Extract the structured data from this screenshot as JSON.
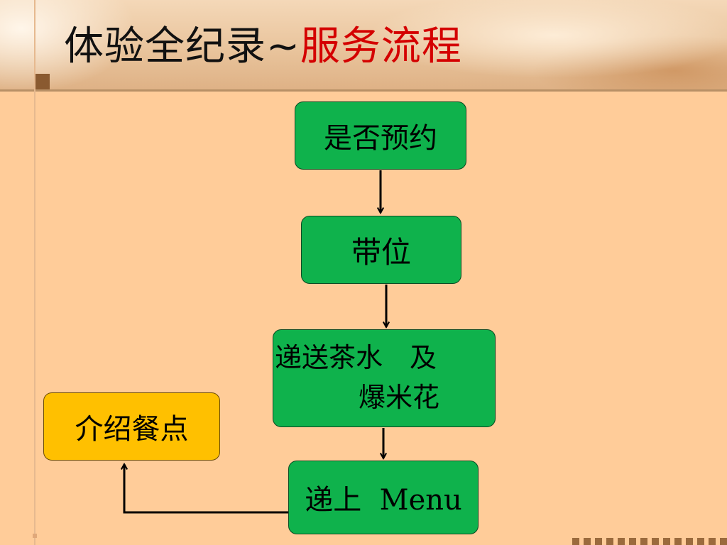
{
  "title": {
    "part1": "体验全纪录~",
    "part2": "服务流程"
  },
  "flow": {
    "step1": "是否预约",
    "step2": "带位",
    "step3_line1": "递送茶水　及",
    "step3_line2": "爆米花",
    "step4": "递上  Menu",
    "side_step": "介绍餐点"
  },
  "colors": {
    "background": "#ffcc99",
    "box_green": "#0fb24c",
    "box_yellow": "#ffc000",
    "title_red": "#d40000"
  }
}
